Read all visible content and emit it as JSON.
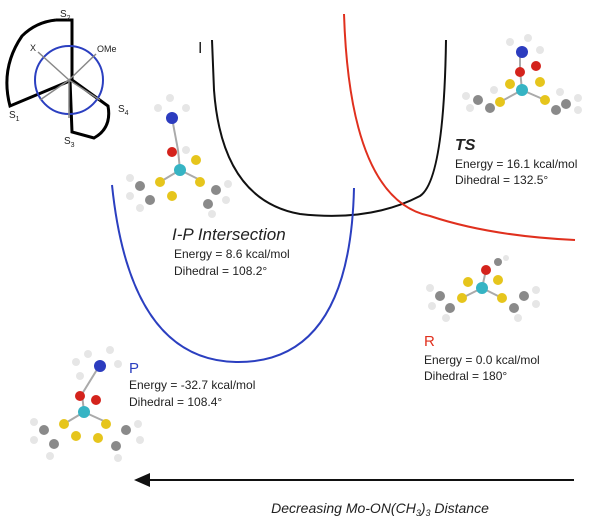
{
  "colors": {
    "P": "#2b3fc0",
    "I": "#111111",
    "R": "#e0301e",
    "carbon": "#8a8a8a",
    "hydrogen": "#e6e6e6",
    "sulfur": "#e6c51c",
    "molybdenum": "#36b4c4",
    "oxygen": "#d4231c",
    "nitrogen": "#2c3cbf"
  },
  "newman": {
    "labels": {
      "s2_main": "S",
      "s2_sub": "2",
      "s1_main": "S",
      "s1_sub": "1",
      "s3_main": "S",
      "s3_sub": "3",
      "s4_main": "S",
      "s4_sub": "4",
      "x": "X",
      "ome": "OMe"
    }
  },
  "curves": {
    "I": {
      "label": "I"
    },
    "TS": {
      "label": "TS",
      "energy": "Energy = 16.1 kcal/mol",
      "dihedral": "Dihedral = 132.5°"
    },
    "IP": {
      "label": "I-P Intersection",
      "energy": "Energy = 8.6 kcal/mol",
      "dihedral": "Dihedral = 108.2°"
    },
    "R": {
      "label": "R",
      "energy": "Energy = 0.0 kcal/mol",
      "dihedral": "Dihedral = 180°"
    },
    "P": {
      "label": "P",
      "energy": "Energy = -32.7 kcal/mol",
      "dihedral": "Dihedral = 108.4°"
    }
  },
  "axis": {
    "label_prefix": "Decreasing Mo-ON(CH",
    "label_sub1": "3",
    "label_mid": ")",
    "label_sub2": "3",
    "label_suffix": " Distance"
  }
}
